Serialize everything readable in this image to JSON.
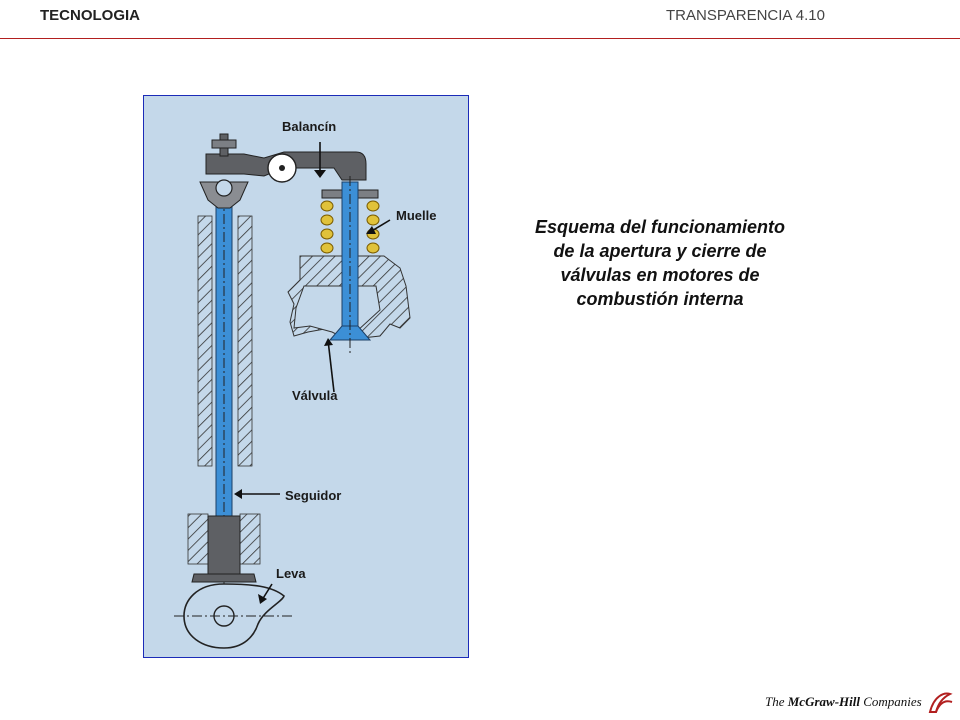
{
  "header": {
    "left": "TECNOLOGIA",
    "right": "TRANSPARENCIA 4.10",
    "rule_color": "#b21f1f"
  },
  "diagram": {
    "labels": {
      "rocker": "Balancín",
      "spring": "Muelle",
      "valve": "Válvula",
      "follower": "Seguidor",
      "cam": "Leva"
    },
    "colors": {
      "background": "#c4d8ea",
      "frame": "#1b2bb8",
      "rod": "#3c8fd6",
      "metal": "#5e6064",
      "spring": "#e0c23a"
    }
  },
  "caption": {
    "lines": [
      "Esquema del funcionamiento",
      "de la apertura y cierre de",
      "válvulas en motores de",
      "combustión interna"
    ]
  },
  "footer": {
    "logo_prefix": "The",
    "logo_brand": "McGraw-Hill",
    "logo_suffix": "Companies"
  }
}
